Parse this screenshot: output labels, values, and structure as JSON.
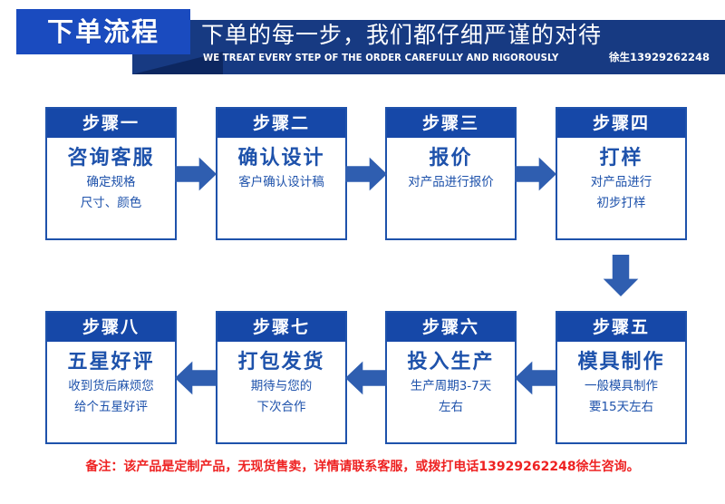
{
  "header": {
    "flag_title": "下单流程",
    "headline_cn": "下单的每一步，我们都仔细严谨的对待",
    "headline_en": "WE TREAT EVERY STEP OF THE ORDER CAREFULLY AND RIGOROUSLY",
    "contact": "徐生13929262248",
    "flag_color": "#1a4bbf",
    "band_color": "#173a82",
    "fold_color": "#0d2760"
  },
  "flow": {
    "box_border_color": "#1e52ab",
    "box_head_color": "#1648a8",
    "arrow_color": "#2f5eb0",
    "text_color": "#1e52ab",
    "steps": [
      {
        "badge": "步骤一",
        "title": "咨询客服",
        "lines": [
          "确定规格",
          "尺寸、颜色"
        ]
      },
      {
        "badge": "步骤二",
        "title": "确认设计",
        "lines": [
          "客户确认设计稿"
        ]
      },
      {
        "badge": "步骤三",
        "title": "报价",
        "lines": [
          "对产品进行报价"
        ]
      },
      {
        "badge": "步骤四",
        "title": "打样",
        "lines": [
          "对产品进行",
          "初步打样"
        ]
      },
      {
        "badge": "步骤五",
        "title": "模具制作",
        "lines": [
          "一般模具制作",
          "要15天左右"
        ]
      },
      {
        "badge": "步骤六",
        "title": "投入生产",
        "lines": [
          "生产周期3-7天",
          "左右"
        ]
      },
      {
        "badge": "步骤七",
        "title": "打包发货",
        "lines": [
          "期待与您的",
          "下次合作"
        ]
      },
      {
        "badge": "步骤八",
        "title": "五星好评",
        "lines": [
          "收到货后麻烦您",
          "给个五星好评"
        ]
      }
    ],
    "arrows": [
      {
        "name": "arrow-step1-to-step2",
        "direction": "right"
      },
      {
        "name": "arrow-step2-to-step3",
        "direction": "right"
      },
      {
        "name": "arrow-step3-to-step4",
        "direction": "right"
      },
      {
        "name": "arrow-step4-to-step5",
        "direction": "down"
      },
      {
        "name": "arrow-step5-to-step6",
        "direction": "left"
      },
      {
        "name": "arrow-step6-to-step7",
        "direction": "left"
      },
      {
        "name": "arrow-step7-to-step8",
        "direction": "left"
      }
    ]
  },
  "footer": {
    "note": "备注：该产品是定制产品，无现货售卖，详情请联系客服，或拨打电话13929262248徐生咨询。",
    "note_color": "#ee2222"
  }
}
